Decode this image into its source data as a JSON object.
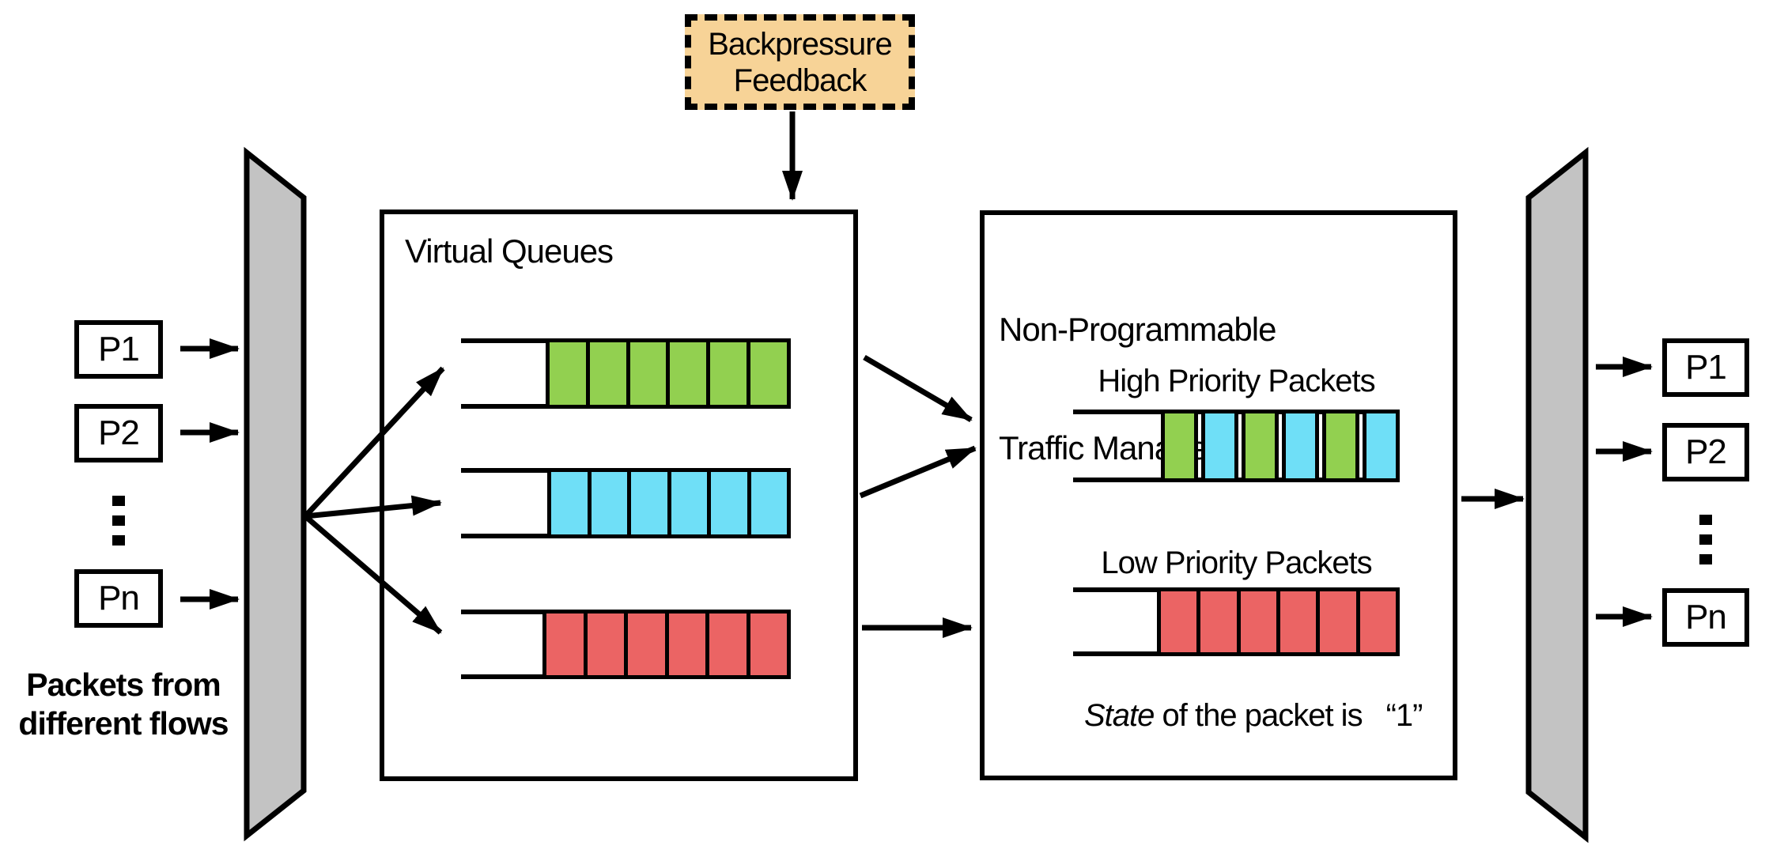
{
  "backpressure": {
    "lines": [
      "Backpressure",
      "Feedback"
    ]
  },
  "virtual_queues": {
    "title": "Virtual Queues"
  },
  "traffic_manager": {
    "title_lines": [
      "Non-Programmable",
      "Traffic Manager"
    ],
    "high_priority_label": "High Priority Packets",
    "low_priority_label": "Low Priority Packets",
    "state_italic": "State",
    "state_rest": " of the packet is",
    "state_value": "“1”"
  },
  "io": {
    "inputs": [
      "P1",
      "P2",
      "Pn"
    ],
    "outputs": [
      "P1",
      "P2",
      "Pn"
    ],
    "caption": [
      "Packets from",
      "different flows"
    ]
  },
  "queues": {
    "virtual_green": {
      "cells": [
        "green",
        "green",
        "green",
        "green",
        "green",
        "green"
      ]
    },
    "virtual_cyan": {
      "cells": [
        "cyan",
        "cyan",
        "cyan",
        "cyan",
        "cyan",
        "cyan"
      ]
    },
    "virtual_red": {
      "cells": [
        "red",
        "red",
        "red",
        "red",
        "red",
        "red"
      ]
    },
    "tm_high": {
      "cells": [
        "green",
        "cyan",
        "green",
        "cyan",
        "green",
        "cyan"
      ]
    },
    "tm_low": {
      "cells": [
        "red",
        "red",
        "red",
        "red",
        "red",
        "red"
      ]
    }
  },
  "colors": {
    "green": "#92D050",
    "cyan": "#6FDFF7",
    "red": "#EB6464",
    "tan": "#F7D397",
    "gray": "#C3C3C3",
    "line": "#000000"
  }
}
